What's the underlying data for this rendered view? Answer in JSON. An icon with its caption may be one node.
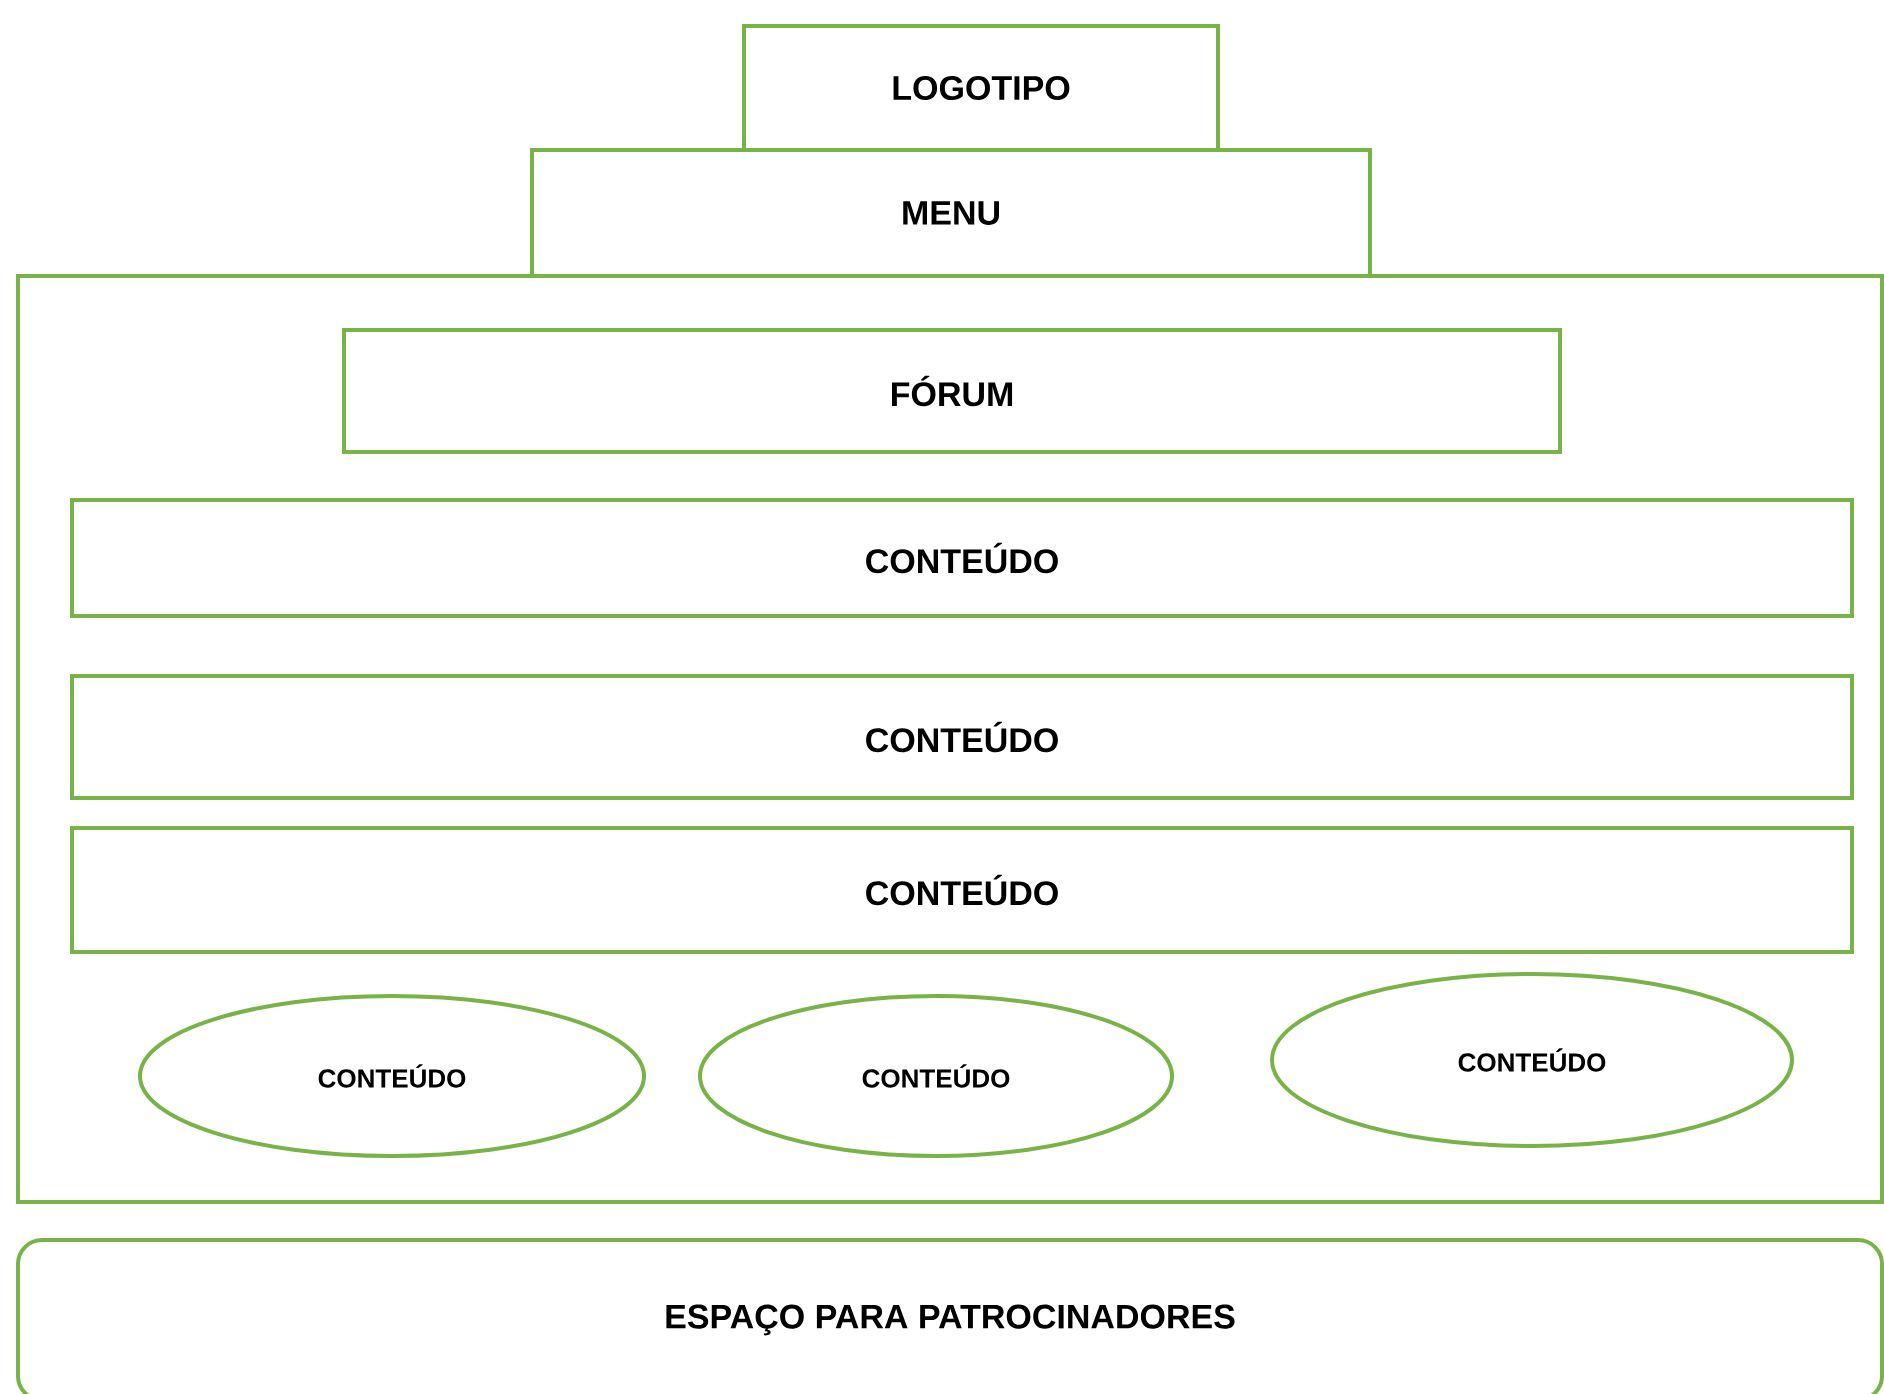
{
  "diagram": {
    "nodes": [
      {
        "text": [
          "LOGOTIPO"
        ]
      },
      {
        "text": [
          "MENU"
        ]
      },
      {
        "text": [],
        "shape": "box"
      },
      {
        "text": [
          "FÓRUM"
        ],
        "in": 2
      },
      {
        "text": [
          "CONTEÚDO"
        ],
        "in": 2
      },
      {
        "text": [
          "CONTEÚDO"
        ],
        "in": 2
      },
      {
        "text": [
          "CONTEÚDO"
        ],
        "in": 2
      },
      {
        "text": [
          "CONTEÚDO"
        ],
        "in": 2
      },
      {
        "text": [
          "CONTEÚDO"
        ],
        "in": 2
      },
      {
        "text": [
          "CONTEÚDO"
        ],
        "in": 2
      },
      {
        "text": [
          "ESPAÇO PARA PATROCINADORES"
        ]
      }
    ]
  }
}
